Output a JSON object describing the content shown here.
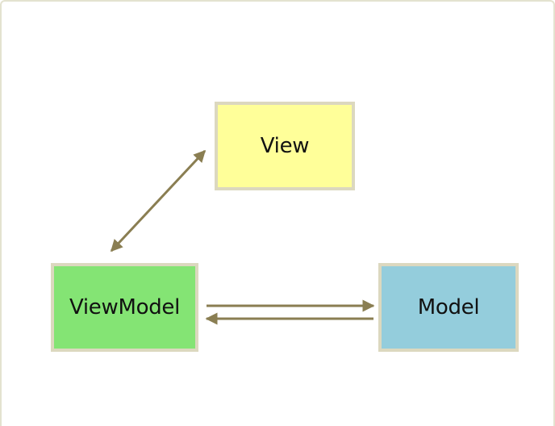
{
  "diagram": {
    "nodes": {
      "view": {
        "label": "View",
        "fill": "#ffff99"
      },
      "viewmodel": {
        "label": "ViewModel",
        "fill": "#84e474"
      },
      "model": {
        "label": "Model",
        "fill": "#94cddc"
      }
    },
    "edges": [
      {
        "from": "viewmodel",
        "to": "view",
        "direction": "bidirectional"
      },
      {
        "from": "viewmodel",
        "to": "model",
        "direction": "forward"
      },
      {
        "from": "model",
        "to": "viewmodel",
        "direction": "forward"
      }
    ],
    "colors": {
      "node_border": "#dcd8bf",
      "arrow": "#8a7e52",
      "frame_border": "#e3e2cf"
    }
  }
}
